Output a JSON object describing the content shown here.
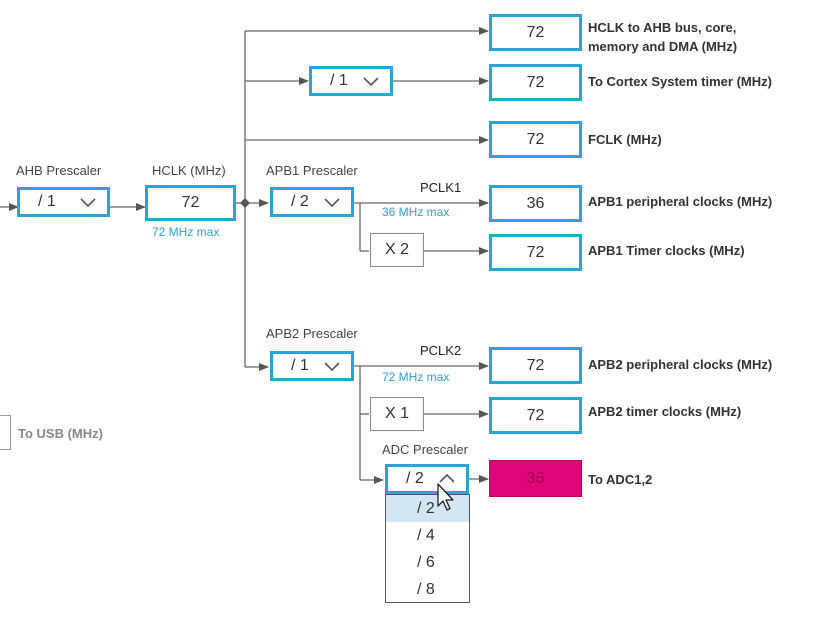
{
  "ahb_prescaler": {
    "label": "AHB Prescaler",
    "value": "/ 1"
  },
  "hclk": {
    "label": "HCLK (MHz)",
    "value": "72",
    "max": "72 MHz max"
  },
  "apb1_prescaler": {
    "label": "APB1 Prescaler",
    "value": "/ 2"
  },
  "apb2_prescaler": {
    "label": "APB2 Prescaler",
    "value": "/ 1"
  },
  "cortex_divider": {
    "value": "/ 1"
  },
  "pclk1": {
    "label": "PCLK1",
    "max": "36 MHz max"
  },
  "pclk2": {
    "label": "PCLK2",
    "max": "72 MHz max"
  },
  "apb1_timer_mult": {
    "value": "X 2"
  },
  "apb2_timer_mult": {
    "value": "X 1"
  },
  "adc_prescaler": {
    "label": "ADC Prescaler",
    "value": "/ 2",
    "options": [
      "/ 2",
      "/ 4",
      "/ 6",
      "/ 8"
    ],
    "highlighted_option": "/ 2"
  },
  "outputs": {
    "hclk_ahb": {
      "value": "72",
      "label_line1": "HCLK to AHB bus, core,",
      "label_line2": "memory and DMA (MHz)"
    },
    "cortex_timer": {
      "value": "72",
      "label": "To Cortex System timer (MHz)"
    },
    "fclk": {
      "value": "72",
      "label": "FCLK (MHz)"
    },
    "apb1_periph": {
      "value": "36",
      "label": "APB1 peripheral clocks (MHz)"
    },
    "apb1_timer": {
      "value": "72",
      "label": "APB1 Timer clocks (MHz)"
    },
    "apb2_periph": {
      "value": "72",
      "label": "APB2 peripheral clocks (MHz)"
    },
    "apb2_timer": {
      "value": "72",
      "label": "APB2 timer clocks (MHz)"
    },
    "adc": {
      "value": "36",
      "label": "To ADC1,2"
    }
  },
  "usb": {
    "label": "To USB (MHz)"
  },
  "colors": {
    "box_border": "#2aa4d6",
    "max_text": "#2aa0d8",
    "adc_error": "#e0067a",
    "dropdown_highlight": "#d3e6f3"
  }
}
